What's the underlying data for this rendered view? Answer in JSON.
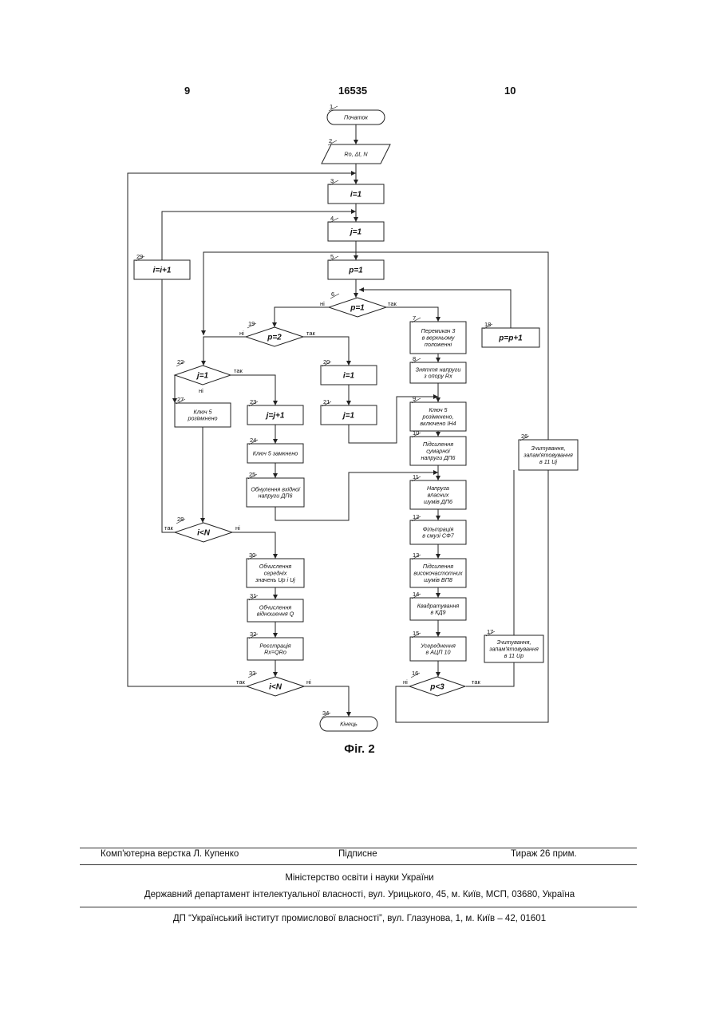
{
  "header": {
    "page_left": "9",
    "patent_number": "16535",
    "page_right": "10"
  },
  "nodes": [
    {
      "n": "1",
      "type": "terminal",
      "lines": [
        "Початок"
      ]
    },
    {
      "n": "2",
      "type": "io",
      "lines": [
        "Ro, Δt, N"
      ]
    },
    {
      "n": "3",
      "type": "process",
      "lines": [
        "i=1"
      ]
    },
    {
      "n": "4",
      "type": "process",
      "lines": [
        "j=1"
      ]
    },
    {
      "n": "5",
      "type": "process",
      "lines": [
        "p=1"
      ]
    },
    {
      "n": "6",
      "type": "decision",
      "lines": [
        "p=1"
      ]
    },
    {
      "n": "7",
      "type": "process",
      "lines": [
        "Перемикач 3",
        "в верхньому",
        "положенні"
      ]
    },
    {
      "n": "8",
      "type": "process",
      "lines": [
        "Зняття напруги",
        "з опору Rx"
      ]
    },
    {
      "n": "9",
      "type": "process",
      "lines": [
        "Ключ 5",
        "розімкнено,",
        "включено ІН4"
      ]
    },
    {
      "n": "10",
      "type": "process",
      "lines": [
        "Підсилення",
        "сумарної",
        "напруги ДП6"
      ]
    },
    {
      "n": "11",
      "type": "process",
      "lines": [
        "Напруга",
        "власних",
        "шумів ДП6"
      ]
    },
    {
      "n": "12",
      "type": "process",
      "lines": [
        "Фільтрація",
        "в смузі СФ7"
      ]
    },
    {
      "n": "13",
      "type": "process",
      "lines": [
        "Підсилення",
        "високочастотних",
        "шумів ВП8"
      ]
    },
    {
      "n": "14",
      "type": "process",
      "lines": [
        "Квадратування",
        "в КД9"
      ]
    },
    {
      "n": "15",
      "type": "process",
      "lines": [
        "Усереднення",
        "в АЦП 10"
      ]
    },
    {
      "n": "16",
      "type": "decision",
      "lines": [
        "p<3"
      ]
    },
    {
      "n": "17",
      "type": "process",
      "lines": [
        "Зчитування,",
        "запам'ятовування",
        "в 11 Up"
      ]
    },
    {
      "n": "18",
      "type": "process",
      "lines": [
        "p=p+1"
      ]
    },
    {
      "n": "19",
      "type": "decision",
      "lines": [
        "p=2"
      ]
    },
    {
      "n": "20",
      "type": "process",
      "lines": [
        "i=1"
      ]
    },
    {
      "n": "21",
      "type": "process",
      "lines": [
        "j=1"
      ]
    },
    {
      "n": "22",
      "type": "decision",
      "lines": [
        "j=1"
      ]
    },
    {
      "n": "23",
      "type": "process",
      "lines": [
        "j=j+1"
      ]
    },
    {
      "n": "24",
      "type": "process",
      "lines": [
        "Ключ 5 замкнено"
      ]
    },
    {
      "n": "25",
      "type": "process",
      "lines": [
        "Обнулення вхідної",
        "напруги ДП6"
      ]
    },
    {
      "n": "26",
      "type": "process",
      "lines": [
        "Зчитування,",
        "запам'ятовування",
        "в 11 Uj"
      ]
    },
    {
      "n": "27",
      "type": "process",
      "lines": [
        "Ключ 5",
        "розімкнено"
      ]
    },
    {
      "n": "28",
      "type": "decision",
      "lines": [
        "i<N"
      ]
    },
    {
      "n": "29",
      "type": "process",
      "lines": [
        "i=i+1"
      ]
    },
    {
      "n": "30",
      "type": "process",
      "lines": [
        "Обчислення",
        "середніх",
        "значень Up і Uj"
      ]
    },
    {
      "n": "31",
      "type": "process",
      "lines": [
        "Обчислення",
        "відношення Q"
      ]
    },
    {
      "n": "32",
      "type": "process",
      "lines": [
        "Реєстрація",
        "Rx=QRo"
      ]
    },
    {
      "n": "33",
      "type": "decision",
      "lines": [
        "i<N"
      ]
    },
    {
      "n": "34",
      "type": "terminal",
      "lines": [
        "Кінець"
      ]
    }
  ],
  "branch_labels": {
    "yes": "так",
    "no": "ні"
  },
  "caption": "Фіг. 2",
  "footer": {
    "typesetting": "Комп'ютерна верстка Л. Купенко",
    "signed": "Підписне",
    "circulation": "Тираж 26 прим.",
    "ministry": "Міністерство освіти і науки України",
    "department": "Державний департамент інтелектуальної власності, вул. Урицького, 45, м. Київ, МСП, 03680, Україна",
    "institute": "ДП “Український інститут промислової власності”, вул. Глазунова, 1, м. Київ – 42, 01601"
  }
}
